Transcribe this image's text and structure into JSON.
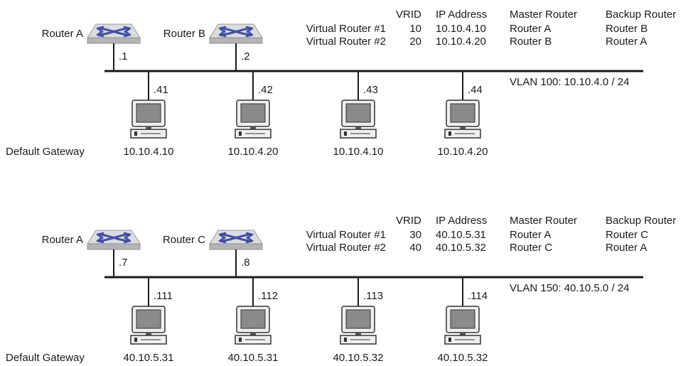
{
  "colors": {
    "router_top": "#dcdcdc",
    "router_side": "#b4b4b4",
    "router_arrows": "#3f4fa8",
    "line": "#1a1a1a",
    "pc_body": "#efefef",
    "pc_screen": "#8a8a8a"
  },
  "icons": {
    "router": "router-icon",
    "host": "desktop-computer-icon"
  },
  "sections": [
    {
      "routers": [
        {
          "name": "Router A",
          "host_id": ".1"
        },
        {
          "name": "Router B",
          "host_id": ".2"
        }
      ],
      "table": {
        "headers": [
          "VRID",
          "IP Address",
          "Master Router",
          "Backup Router"
        ],
        "rows": [
          {
            "label": "Virtual Router #1",
            "vrid": "10",
            "ip": "10.10.4.10",
            "master": "Router A",
            "backup": "Router B"
          },
          {
            "label": "Virtual Router #2",
            "vrid": "20",
            "ip": "10.10.4.20",
            "master": "Router B",
            "backup": "Router A"
          }
        ]
      },
      "vlan": "VLAN 100: 10.10.4.0 / 24",
      "hosts": [
        {
          "host_id": ".41",
          "gateway": "10.10.4.10"
        },
        {
          "host_id": ".42",
          "gateway": "10.10.4.20"
        },
        {
          "host_id": ".43",
          "gateway": "10.10.4.10"
        },
        {
          "host_id": ".44",
          "gateway": "10.10.4.20"
        }
      ],
      "gateway_label": "Default Gateway"
    },
    {
      "routers": [
        {
          "name": "Router A",
          "host_id": ".7"
        },
        {
          "name": "Router C",
          "host_id": ".8"
        }
      ],
      "table": {
        "headers": [
          "VRID",
          "IP Address",
          "Master Router",
          "Backup Router"
        ],
        "rows": [
          {
            "label": "Virtual Router #1",
            "vrid": "30",
            "ip": "40.10.5.31",
            "master": "Router A",
            "backup": "Router C"
          },
          {
            "label": "Virtual Router #2",
            "vrid": "40",
            "ip": "40.10.5.32",
            "master": "Router C",
            "backup": "Router A"
          }
        ]
      },
      "vlan": "VLAN 150: 40.10.5.0 / 24",
      "hosts": [
        {
          "host_id": ".111",
          "gateway": "40.10.5.31"
        },
        {
          "host_id": ".112",
          "gateway": "40.10.5.31"
        },
        {
          "host_id": ".113",
          "gateway": "40.10.5.32"
        },
        {
          "host_id": ".114",
          "gateway": "40.10.5.32"
        }
      ],
      "gateway_label": "Default Gateway"
    }
  ]
}
